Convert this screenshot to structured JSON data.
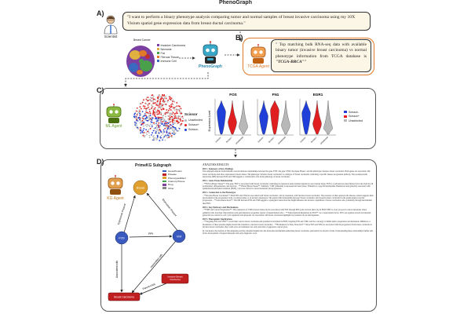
{
  "title": "PhenoGraph",
  "sectionA": {
    "letter": "A)",
    "scientist_label": "Scientist",
    "query": "\"I want to perform a binary phenotype  analysis comparing tumor and normal samples of breast invasive carcinoma using my 10X Visium spatial gene expression data from breast ductal carcinoma.\"",
    "tissue_title": "Breast Cancer",
    "tissue_legend": [
      "Invasive Carcinoma",
      "Necrosis",
      "Fat",
      "Fibrous Tissue",
      "Immune Cell"
    ],
    "tissue_colors": [
      "#7a3fa0",
      "#e0b040",
      "#4aa04a",
      "#e07a2a",
      "#3a6ac0"
    ],
    "pheno_label": "PhenoGraph"
  },
  "sectionB": {
    "letter": "B)",
    "tcga_label": "TCGA Agent",
    "response_main": "\" Top matching bulk RNA-seq data with available binary tumor (invasive breast carcinoma) vs normal phenotype information from TCGA database is ",
    "response_id": "\"TCGA-BRCA\"\""
  },
  "sectionC": {
    "letter": "C)",
    "agent_label": "ML Agent",
    "scatter_title": "Scissor",
    "scatter_legend": [
      "Unselected",
      "Scissor+",
      "Scissor-"
    ],
    "violin_ylabel": "Expression Level",
    "violin_legend": [
      "Scissor-",
      "Scissor+",
      "Unselected"
    ],
    "colors": {
      "minus": "#1f3fd8",
      "plus": "#e02020",
      "unselected": "#b8b8b8"
    },
    "violins": [
      {
        "gene": "FOS",
        "medians": [
          3.2,
          1.8,
          1.2
        ]
      },
      {
        "gene": "FN1",
        "medians": [
          2.6,
          3.4,
          1.4
        ]
      },
      {
        "gene": "EGR1",
        "medians": [
          3.0,
          1.6,
          1.0
        ]
      }
    ],
    "group_labels": [
      "Scissor-",
      "Scissor+",
      "Unselected"
    ]
  },
  "sectionD": {
    "letter": "D)",
    "agent_label": "KG Agent",
    "subgraph_title": "PrimeKG Subgraph",
    "legend": [
      {
        "label": "Gene/Protein",
        "color": "#3a5ac0"
      },
      {
        "label": "Disease",
        "color": "#c02020"
      },
      {
        "label": "Phenotype/Effect",
        "color": "#e0a030"
      },
      {
        "label": "Anatomy/Tissue",
        "color": "#40a050"
      },
      {
        "label": "Drug",
        "color": "#8040a0"
      },
      {
        "label": "Other",
        "color": "#888888"
      }
    ],
    "nodes": {
      "breast": "Breast",
      "fos": "FOS",
      "vim": "VIM",
      "invasive": "Invasive Breast Carcinoma",
      "carcinoma": "Breast Carcinoma"
    },
    "edges": {
      "expression_present_1": "Expression Present",
      "expression_present_2": "Expression Present",
      "ppi": "PPI",
      "associated_with_1": "Associated with",
      "associated_with_2": "Associated with",
      "parent_child": "Parent-child"
    },
    "report_title": "ANALYSIS RESULTS",
    "report": [
      {
        "heading": "### 1. Summary of Key Findings",
        "body": "The subgraph analysis from PrimeKG reveals intricate relationships between the gene 'FOS', the gene 'VIM', the tissue 'Breast', and the phenotype 'invasive breast carcinoma'. Both genes are associated with breast carcinoma and show expression in breast tissue. The phenotype 'invasive breast carcinoma' is a subtype of 'breast carcinoma', indicating a specific disease progression pathway. The protein-protein interaction (PPI) between FOS and VIM suggests a collaborative role in the pathology of breast carcinoma."
      },
      {
        "heading": "### 2. Gene-Tissue Relationship",
        "body": "- **FOS in Breast Tissue**: The gene 'FOS' is associated with 'breast carcinoma', indicating its expression and potential regulatory role in breast tissue. FOS is a well-known transcription factor involved in cell proliferation, differentiation, and survival. - **VIM in Breast Tissue**: Similarly, 'VIM' (vimentin) is expressed in breast tissue. Vimentin is a type III intermediate filament protein generally associated with epithelial-mesenchymal transition (EMT), a process critical in cancer metastasis and progression."
      },
      {
        "heading": "### 3. Connection to the Phenotype",
        "body": "- **Invasive Breast Carcinoma**: Both FOS and VIM are associated with 'breast carcinoma', and by extension, with 'invasive breast carcinoma'. The presence of these genes in the disease context suggests their involvement in the progression from a localized tumor to an invasive phenotype. The parent-child relationship between 'breast carcinoma' and 'invasive breast carcinoma' in the graph underscores this progression. - **Gene Interactions**: The PPI between FOS and VIM suggests a synergistic interaction that might influence the invasive capabilities of breast carcinoma cells, potentially through mechanisms like EMT."
      },
      {
        "heading": "### 4. Key Pathways and Mechanisms",
        "body": "- **EMT and Cancer Progression**: The expression of VIM in breast tissue and its association with FOS through PPIs point towards their role in EMT. EMT is a key process in cancer metastasis where epithelial cells lose their characteristics and gain migratory properties typical of mesenchymal cells. - **Transcriptional Regulation by FOS**: As a transcription factor, FOS can regulate several downstream genes that are crucial for cell cycle regulation and apoptosis. Its association with breast carcinoma highlights its potential role in tumorigenesis."
      },
      {
        "heading": "### 5. Therapeutic Implications",
        "body": "- **Targeting FOS and VIM**: Given their roles in breast carcinoma and potential involvement in EMT, targeting FOS and VIM could be a strategy to inhibit tumor progression and metastasis. Inhibitors or modulators of these proteins might prevent the transition to invasive breast carcinoma. - **Biomarkers for Early Detection**: Since FOS and VIM are associated with the progression from breast carcinoma to invasive breast carcinoma, they could serve as biomarkers for early detection of aggressive cancer types."
      },
      {
        "heading": "",
        "body": "In conclusion, the analysis of this subgraph provides valuable insights into the molecular mechanisms underlying breast carcinoma, particularly its invasive forms. Understanding these relationships further aids in the development of targeted therapies and early diagnostic tools."
      }
    ]
  }
}
